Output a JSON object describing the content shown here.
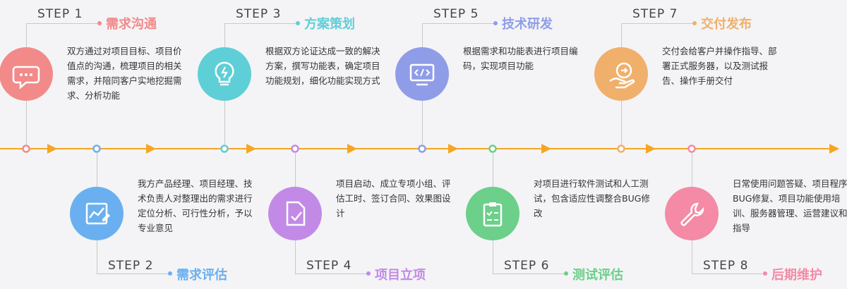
{
  "steps": [
    {
      "label": "STEP 1",
      "title": "需求沟通",
      "desc": "双方通过对项目目标、项目价值点的沟通，梳理项目的相关需求，并陪同客户实地挖掘需求、分析功能",
      "color": "#f28a8a",
      "icon": "chat-bubble-icon"
    },
    {
      "label": "STEP 2",
      "title": "需求评估",
      "desc": "我方产品经理、项目经理、技术负责人对整理出的需求进行定位分析、可行性分析，予以专业意见",
      "color": "#6ab0f0",
      "icon": "chart-edit-icon"
    },
    {
      "label": "STEP 3",
      "title": "方案策划",
      "desc": "根据双方论证达成一致的解决方案，撰写功能表，确定项目功能规划，细化功能实现方式",
      "color": "#5ecfd6",
      "icon": "lightbulb-icon"
    },
    {
      "label": "STEP 4",
      "title": "项目立项",
      "desc": "项目启动、成立专项小组、评估工时、签订合同、效果图设计",
      "color": "#c28ae6",
      "icon": "document-check-icon"
    },
    {
      "label": "STEP 5",
      "title": "技术研发",
      "desc": "根据需求和功能表进行项目编码，实现项目功能",
      "color": "#8f9de8",
      "icon": "code-monitor-icon"
    },
    {
      "label": "STEP 6",
      "title": "测试评估",
      "desc": "对项目进行软件测试和人工测试，包含适应性调整合BUG修改",
      "color": "#6ccf8a",
      "icon": "clipboard-check-icon"
    },
    {
      "label": "STEP 7",
      "title": "交付发布",
      "desc": "交付会给客户并操作指导、部署正式服务器，以及测试报告、操作手册交付",
      "color": "#f0b06c",
      "icon": "hand-deliver-icon"
    },
    {
      "label": "STEP 8",
      "title": "后期维护",
      "desc": "日常使用问题答疑、项目程序BUG修复、项目功能使用培训、服务器管理、运营建议和指导",
      "color": "#f48aa6",
      "icon": "wrench-icon"
    }
  ],
  "colors": {
    "timeline": "#f5a623",
    "connector": "#c8c8c8",
    "background": "#f4f4f6"
  }
}
